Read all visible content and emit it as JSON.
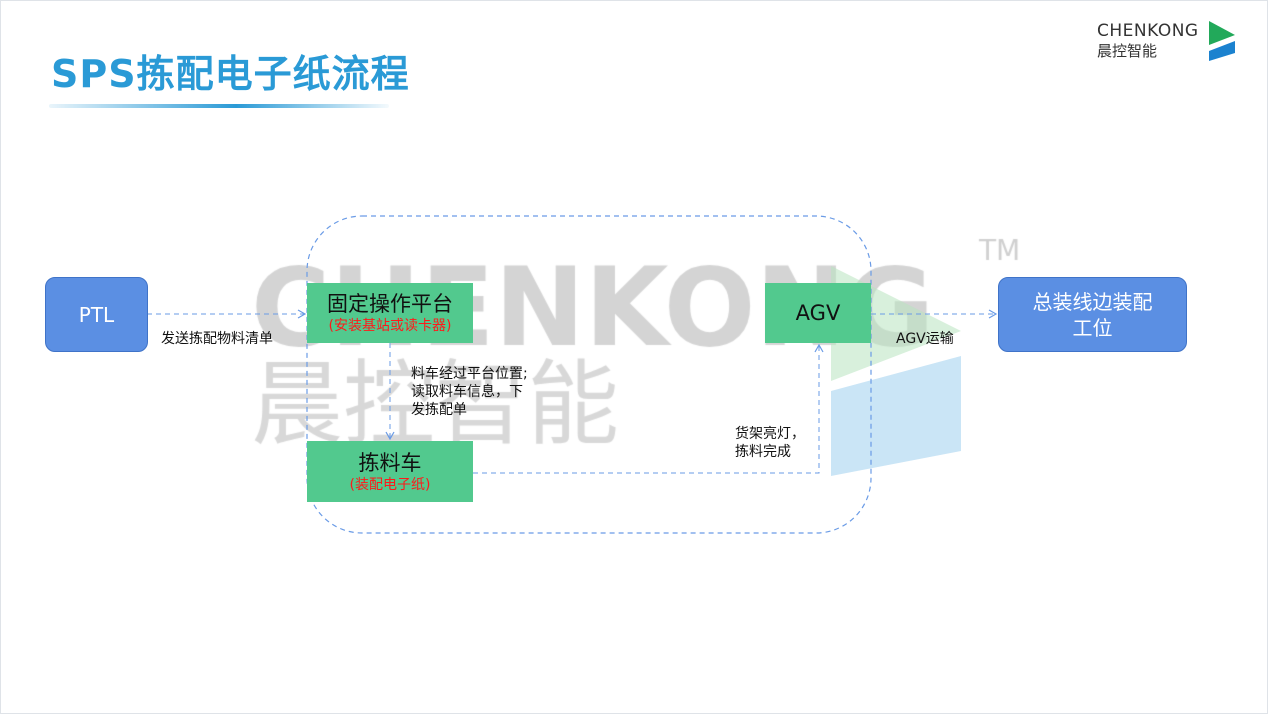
{
  "header": {
    "title": "SPS拣配电子纸流程",
    "logo_en": "CHENKONG",
    "logo_cn": "晨控智能"
  },
  "watermark": {
    "en": "CHENKONG",
    "cn": "晨控智能",
    "tm": "TM"
  },
  "nodes": {
    "ptl": "PTL",
    "platform": {
      "title": "固定操作平台",
      "sub": "(安装基站或读卡器)"
    },
    "agv": "AGV",
    "cart": {
      "title": "拣料车",
      "sub": "(装配电子纸)"
    },
    "station": {
      "line1": "总装线边装配",
      "line2": "工位"
    }
  },
  "edges": {
    "ptl_to_platform": "发送拣配物料清单",
    "platform_to_cart": [
      "料车经过平台位置;",
      "读取料车信息，下",
      "发拣配单"
    ],
    "cart_to_agv": [
      "货架亮灯，",
      "拣料完成"
    ],
    "agv_to_station": "AGV运输"
  },
  "colors": {
    "title": "#2a9ad6",
    "node_green": "#52c98e",
    "node_blue": "#5b8fe3",
    "connector": "#6a9be6",
    "note_red": "#ff1a1a"
  }
}
